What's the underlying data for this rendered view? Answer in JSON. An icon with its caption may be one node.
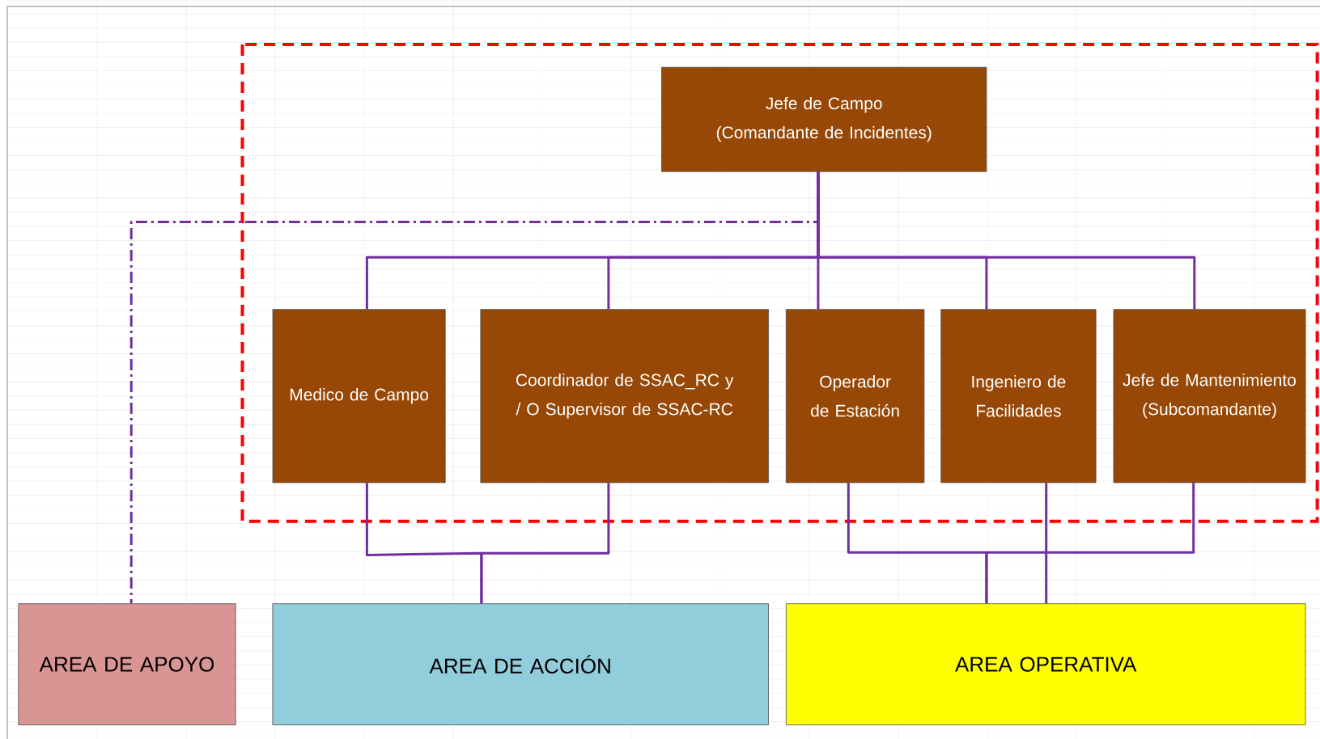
{
  "diagram": {
    "nodes": [
      {
        "text": [
          "Jefe de Campo (Comandante de Incidentes)"
        ]
      },
      {
        "text": [
          "Medico de Campo"
        ]
      },
      {
        "text": [
          "Coordinador de SSAC_RC y / O Supervisor de SSAC-RC"
        ]
      },
      {
        "text": [
          "Operador de Estación"
        ]
      },
      {
        "text": [
          "Ingeniero de Facilidades"
        ]
      },
      {
        "text": [
          "Jefe de Mantenimiento (Subcomandante)"
        ]
      },
      {
        "text": [
          "AREA DE APOYO"
        ]
      },
      {
        "text": [
          "AREA DE ACCIÓN"
        ]
      },
      {
        "text": [
          "AREA OPERATIVA"
        ]
      }
    ],
    "edges": [
      {
        "from": 0,
        "to": 1,
        "arrow": "none"
      },
      {
        "from": 0,
        "to": 2,
        "arrow": "none"
      },
      {
        "from": 0,
        "to": 3,
        "arrow": "none"
      },
      {
        "from": 0,
        "to": 4,
        "arrow": "none"
      },
      {
        "from": 0,
        "to": 5,
        "arrow": "none"
      },
      {
        "from": 0,
        "to": 6,
        "arrow": "none",
        "style": "dashed"
      },
      {
        "from": 1,
        "to": 7,
        "arrow": "none"
      },
      {
        "from": 2,
        "to": 7,
        "arrow": "none"
      },
      {
        "from": 3,
        "to": 8,
        "arrow": "none"
      },
      {
        "from": 4,
        "to": 8,
        "arrow": "none"
      },
      {
        "from": 5,
        "to": 8,
        "arrow": "none"
      }
    ]
  }
}
